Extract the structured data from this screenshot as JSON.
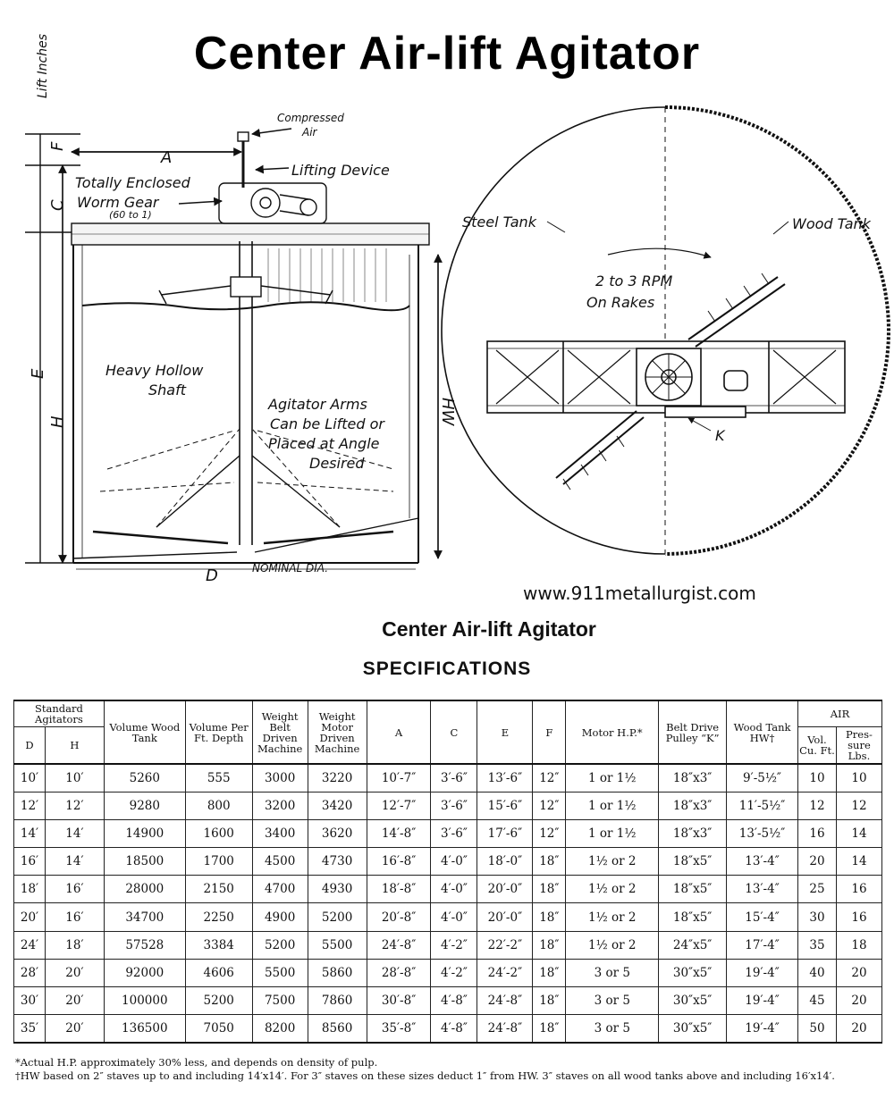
{
  "title": "Center Air-lift Agitator",
  "subtitle": "Center Air-lift Agitator",
  "spec_title": "SPECIFICATIONS",
  "website": "www.911metallurgist.com",
  "diagram": {
    "lift_inches": "Lift Inches",
    "compressed": "Compressed",
    "air": "Air",
    "lifting_device": "Lifting Device",
    "worm_gear_1": "Totally Enclosed",
    "worm_gear_2": "Worm Gear",
    "worm_ratio": "(60 to 1)",
    "heavy_shaft_1": "Heavy Hollow",
    "heavy_shaft_2": "Shaft",
    "arms_1": "Agitator Arms",
    "arms_2": "Can be Lifted or",
    "arms_3": "Placed at Angle",
    "arms_4": "Desired",
    "nominal": "NOMINAL DIA.",
    "steel_tank": "Steel Tank",
    "wood_tank": "Wood Tank",
    "rpm_1": "2 to 3 RPM",
    "rpm_2": "On Rakes",
    "letter_a": "A",
    "letter_c": "C",
    "letter_d": "D",
    "letter_e": "E",
    "letter_f": "F",
    "letter_h": "H",
    "letter_hw": "HW",
    "letter_k": "K"
  },
  "table": {
    "headers": {
      "standard_agitators": "Standard Agitators",
      "d": "D",
      "h": "H",
      "volume_wood_tank": "Volume Wood Tank",
      "volume_per_ft": "Volume Per Ft. Depth",
      "weight_belt": "Weight Belt Driven Machine",
      "weight_motor": "Weight Motor Driven Machine",
      "a": "A",
      "c": "C",
      "e": "E",
      "f": "F",
      "motor_hp": "Motor H.P.*",
      "belt_drive": "Belt Drive Pulley “K”",
      "wood_tank_hw": "Wood Tank HW†",
      "air": "AIR",
      "vol_cu_ft": "Vol. Cu. Ft.",
      "pressure": "Pres- sure Lbs."
    },
    "rows": [
      [
        "10′",
        "10′",
        "5260",
        "555",
        "3000",
        "3220",
        "10′-7″",
        "3′-6″",
        "13′-6″",
        "12″",
        "1 or 1½",
        "18″x3″",
        "9′-5½″",
        "10",
        "10"
      ],
      [
        "12′",
        "12′",
        "9280",
        "800",
        "3200",
        "3420",
        "12′-7″",
        "3′-6″",
        "15′-6″",
        "12″",
        "1 or 1½",
        "18″x3″",
        "11′-5½″",
        "12",
        "12"
      ],
      [
        "14′",
        "14′",
        "14900",
        "1600",
        "3400",
        "3620",
        "14′-8″",
        "3′-6″",
        "17′-6″",
        "12″",
        "1 or 1½",
        "18″x3″",
        "13′-5½″",
        "16",
        "14"
      ],
      [
        "16′",
        "14′",
        "18500",
        "1700",
        "4500",
        "4730",
        "16′-8″",
        "4′-0″",
        "18′-0″",
        "18″",
        "1½ or 2",
        "18″x5″",
        "13′-4″",
        "20",
        "14"
      ],
      [
        "18′",
        "16′",
        "28000",
        "2150",
        "4700",
        "4930",
        "18′-8″",
        "4′-0″",
        "20′-0″",
        "18″",
        "1½ or 2",
        "18″x5″",
        "13′-4″",
        "25",
        "16"
      ],
      [
        "20′",
        "16′",
        "34700",
        "2250",
        "4900",
        "5200",
        "20′-8″",
        "4′-0″",
        "20′-0″",
        "18″",
        "1½ or 2",
        "18″x5″",
        "15′-4″",
        "30",
        "16"
      ],
      [
        "24′",
        "18′",
        "57528",
        "3384",
        "5200",
        "5500",
        "24′-8″",
        "4′-2″",
        "22′-2″",
        "18″",
        "1½ or 2",
        "24″x5″",
        "17′-4″",
        "35",
        "18"
      ],
      [
        "28′",
        "20′",
        "92000",
        "4606",
        "5500",
        "5860",
        "28′-8″",
        "4′-2″",
        "24′-2″",
        "18″",
        "3 or 5",
        "30″x5″",
        "19′-4″",
        "40",
        "20"
      ],
      [
        "30′",
        "20′",
        "100000",
        "5200",
        "7500",
        "7860",
        "30′-8″",
        "4′-8″",
        "24′-8″",
        "18″",
        "3 or 5",
        "30″x5″",
        "19′-4″",
        "45",
        "20"
      ],
      [
        "35′",
        "20′",
        "136500",
        "7050",
        "8200",
        "8560",
        "35′-8″",
        "4′-8″",
        "24′-8″",
        "18″",
        "3 or 5",
        "30″x5″",
        "19′-4″",
        "50",
        "20"
      ]
    ]
  },
  "notes": [
    "*Actual H.P. approximately 30% less, and depends on density of pulp.",
    "†HW based on 2″ staves up to and including 14′x14′. For 3″ staves on these sizes deduct 1″ from HW. 3″ staves on all wood tanks above and including 16′x14′."
  ]
}
